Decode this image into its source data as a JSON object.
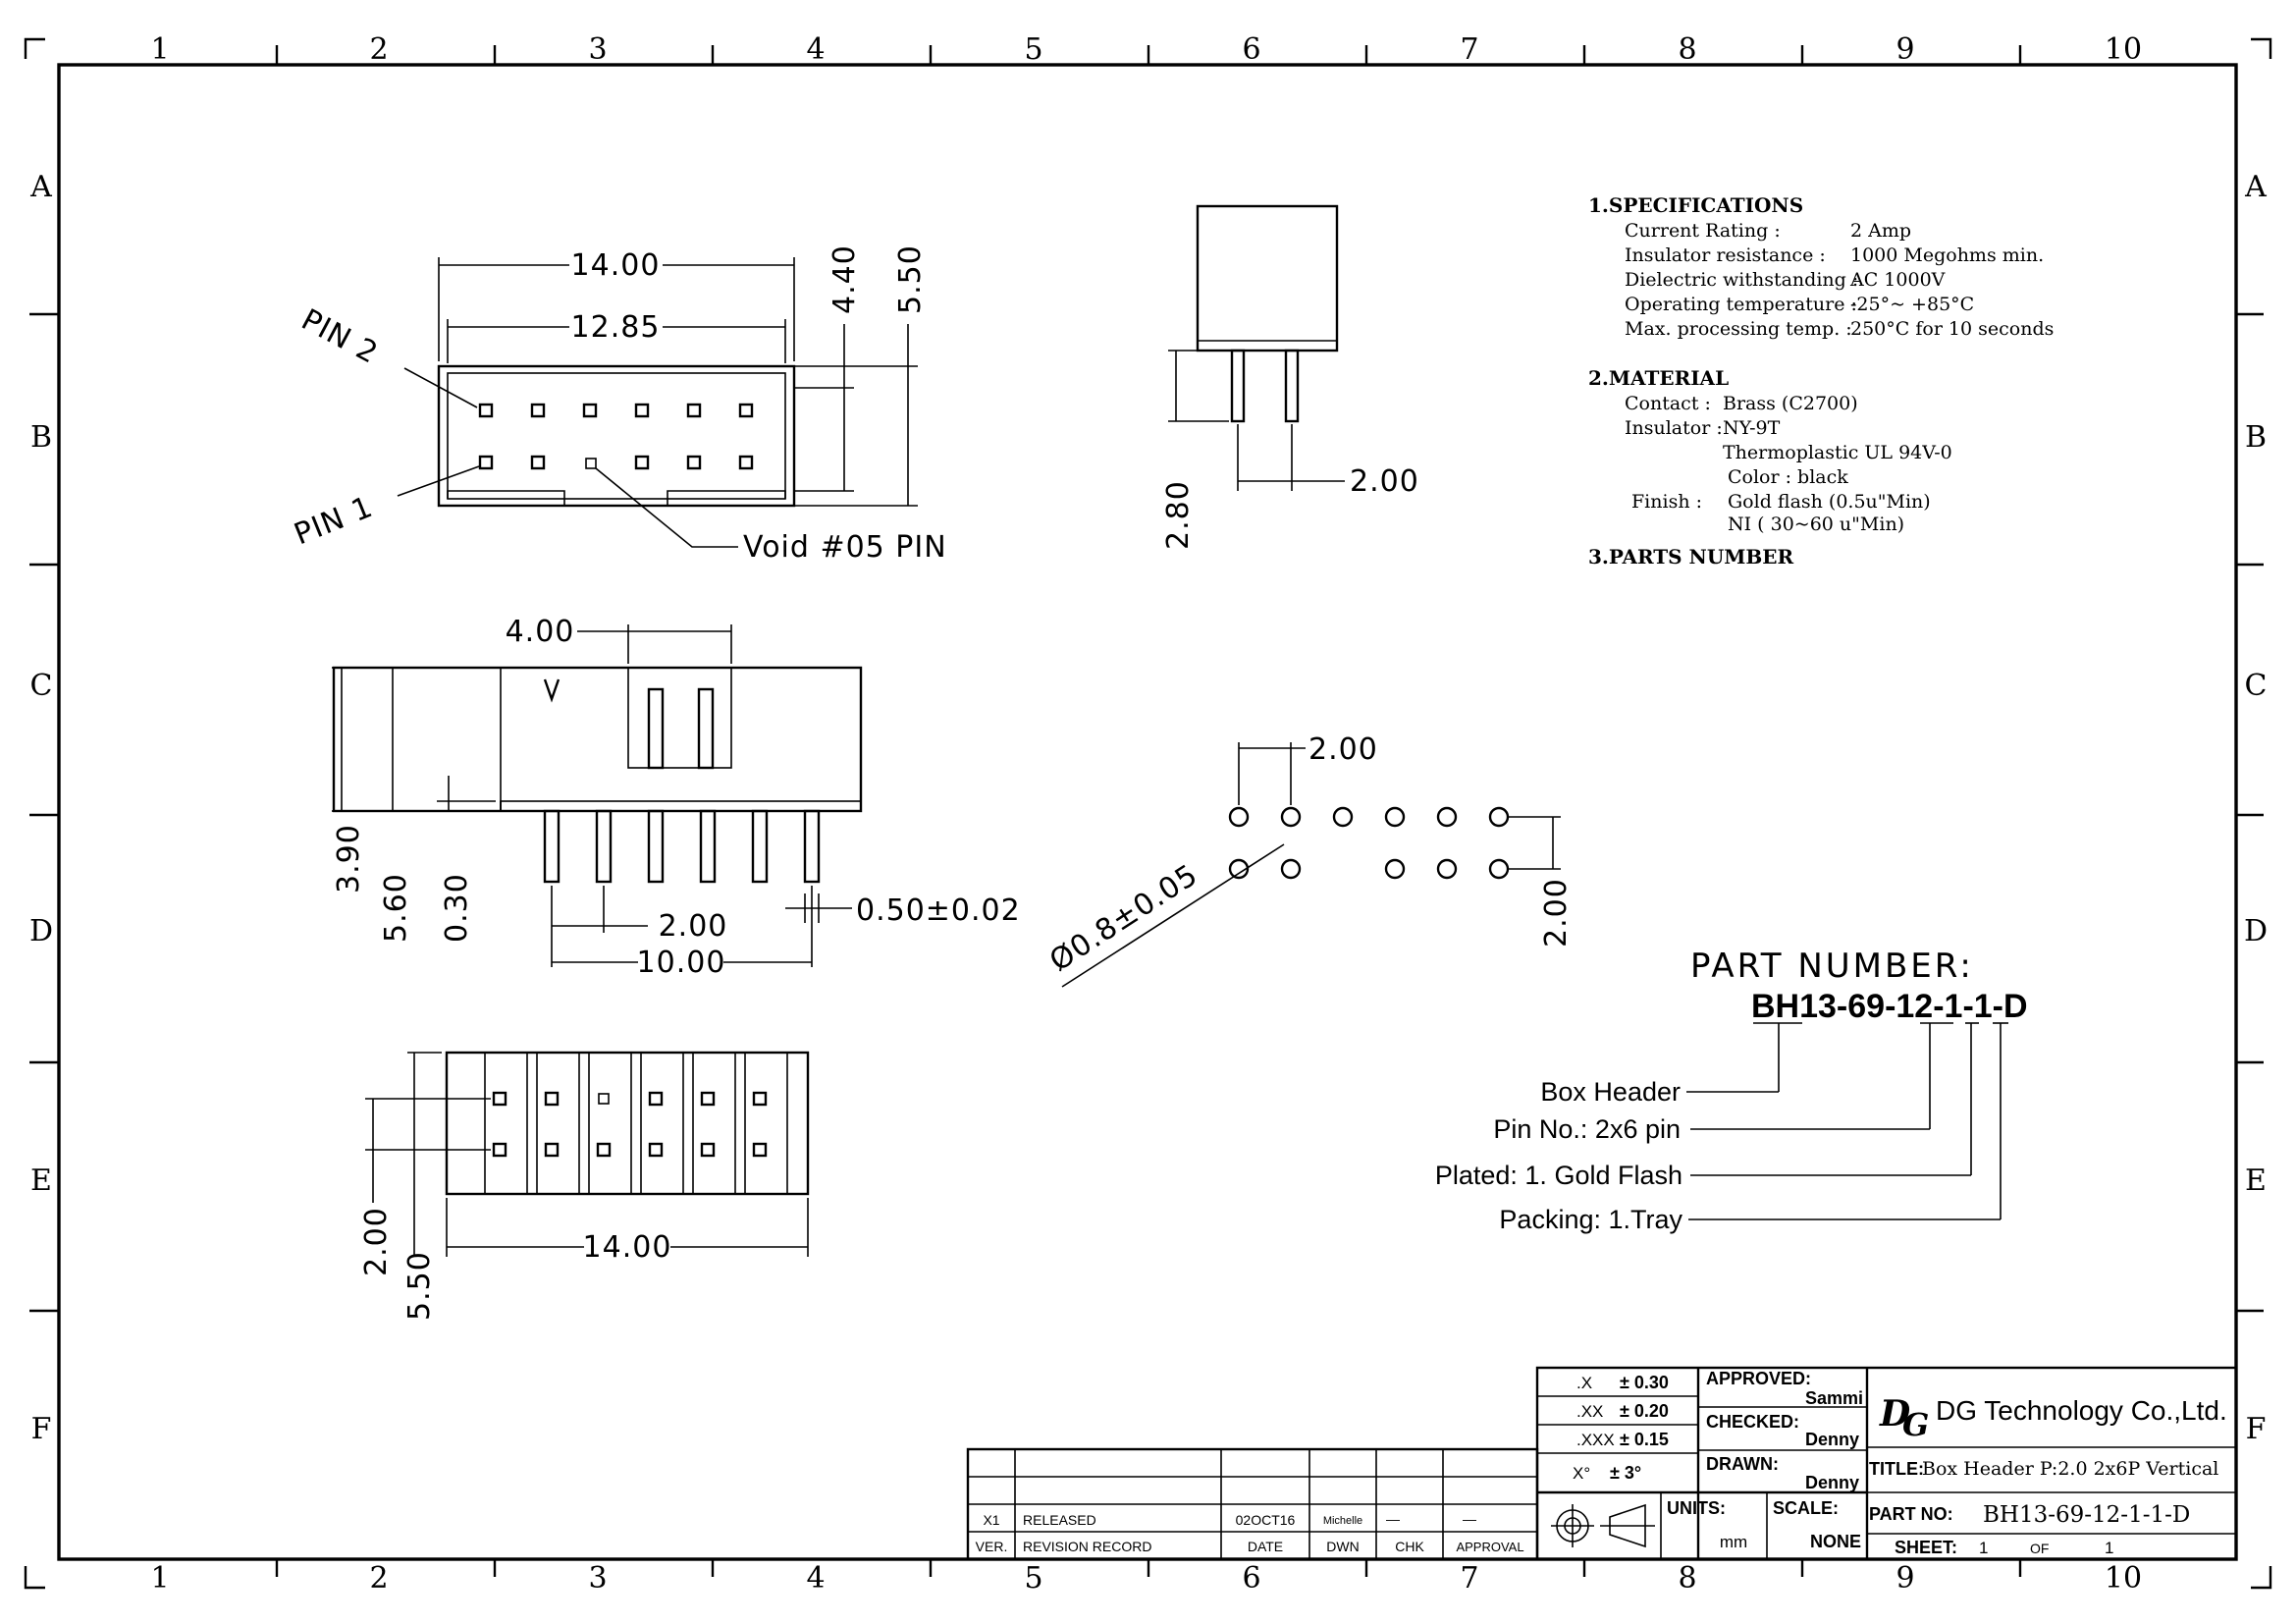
{
  "frame": {
    "columns": [
      "1",
      "2",
      "3",
      "4",
      "5",
      "6",
      "7",
      "8",
      "9",
      "10"
    ],
    "rows": [
      "A",
      "B",
      "C",
      "D",
      "E",
      "F"
    ]
  },
  "top_view": {
    "pin2_label": "PIN 2",
    "pin1_label": "PIN 1",
    "void_label": "Void #05 PIN",
    "dim_overall_width": "14.00",
    "dim_inner_width": "12.85",
    "dim_inner_height": "4.40",
    "dim_overall_height": "5.50"
  },
  "side_view": {
    "dim_tail": "2.80",
    "dim_pitch": "2.00"
  },
  "front_view": {
    "dim_key_width": "4.00",
    "dim_body_height": "3.90",
    "dim_total_height": "5.60",
    "dim_standoff": "0.30",
    "dim_pitch": "2.00",
    "dim_span": "10.00",
    "dim_pin_size": "0.50±0.02"
  },
  "bottom_view": {
    "dim_width": "14.00",
    "dim_row_pitch": "2.00",
    "dim_height": "5.50"
  },
  "pcb_layout": {
    "dim_pitch_x": "2.00",
    "dim_pitch_y": "2.00",
    "dim_hole": "Ø0.8±0.05"
  },
  "specifications": {
    "heading1": "1.SPECIFICATIONS",
    "rows": [
      {
        "label": "Current  Rating :",
        "value": "2  Amp"
      },
      {
        "label": "Insulator  resistance :",
        "value": "1000  Megohms  min."
      },
      {
        "label": "Dielectric  withstanding :",
        "value": "AC  1000V"
      },
      {
        "label": "Operating  temperature :",
        "value": "-25°~ +85°C"
      },
      {
        "label": "Max. processing  temp. :",
        "value": "250°C  for  10  seconds"
      }
    ],
    "heading2": "2.MATERIAL",
    "material": [
      {
        "label": "Contact :",
        "value": "Brass (C2700)"
      },
      {
        "label": "Insulator :",
        "value": "NY-9T"
      },
      {
        "label": "",
        "value": "Thermoplastic  UL 94V-0"
      },
      {
        "label": "",
        "value": "Color :  black"
      },
      {
        "label": "Finish :",
        "value": "Gold  flash (0.5u\"Min)"
      },
      {
        "label": "",
        "value": "NI ( 30~60 u\"Min)"
      }
    ],
    "heading3": "3.PARTS  NUMBER"
  },
  "part_number": {
    "heading": "PART NUMBER:",
    "code": "BH13-69-12-1-1-D",
    "legend": [
      "Box Header",
      "Pin No.: 2x6 pin",
      "Plated: 1. Gold Flash",
      "Packing: 1.Tray"
    ]
  },
  "title_block": {
    "tolerances": [
      {
        "label": ".X",
        "value": "± 0.30"
      },
      {
        "label": ".XX",
        "value": "± 0.20"
      },
      {
        "label": ".XXX",
        "value": "± 0.15"
      },
      {
        "label": "X°",
        "value": "± 3°"
      }
    ],
    "approved_label": "APPROVED:",
    "approved_by": "Sammi",
    "checked_label": "CHECKED:",
    "checked_by": "Denny",
    "drawn_label": "DRAWN:",
    "drawn_by": "Denny",
    "company": "DG Technology Co.,Ltd.",
    "title_label": "TITLE:",
    "title_value": "Box Header P:2.0 2x6P Vertical",
    "units_label": "UNITS:",
    "units_value": "mm",
    "scale_label": "SCALE:",
    "scale_value": "NONE",
    "partno_label": "PART NO:",
    "partno_value": "BH13-69-12-1-1-D",
    "sheet_label": "SHEET:",
    "sheet_value": "1",
    "of_label": "OF",
    "of_value": "1",
    "revision": {
      "ver": "X1",
      "record": "RELEASED",
      "date": "02OCT16",
      "dwn": "Michelle",
      "chk": "—",
      "approval": "—"
    },
    "revision_headers": {
      "ver": "VER.",
      "record": "REVISION  RECORD",
      "date": "DATE",
      "dwn": "DWN",
      "chk": "CHK",
      "approval": "APPROVAL"
    }
  }
}
